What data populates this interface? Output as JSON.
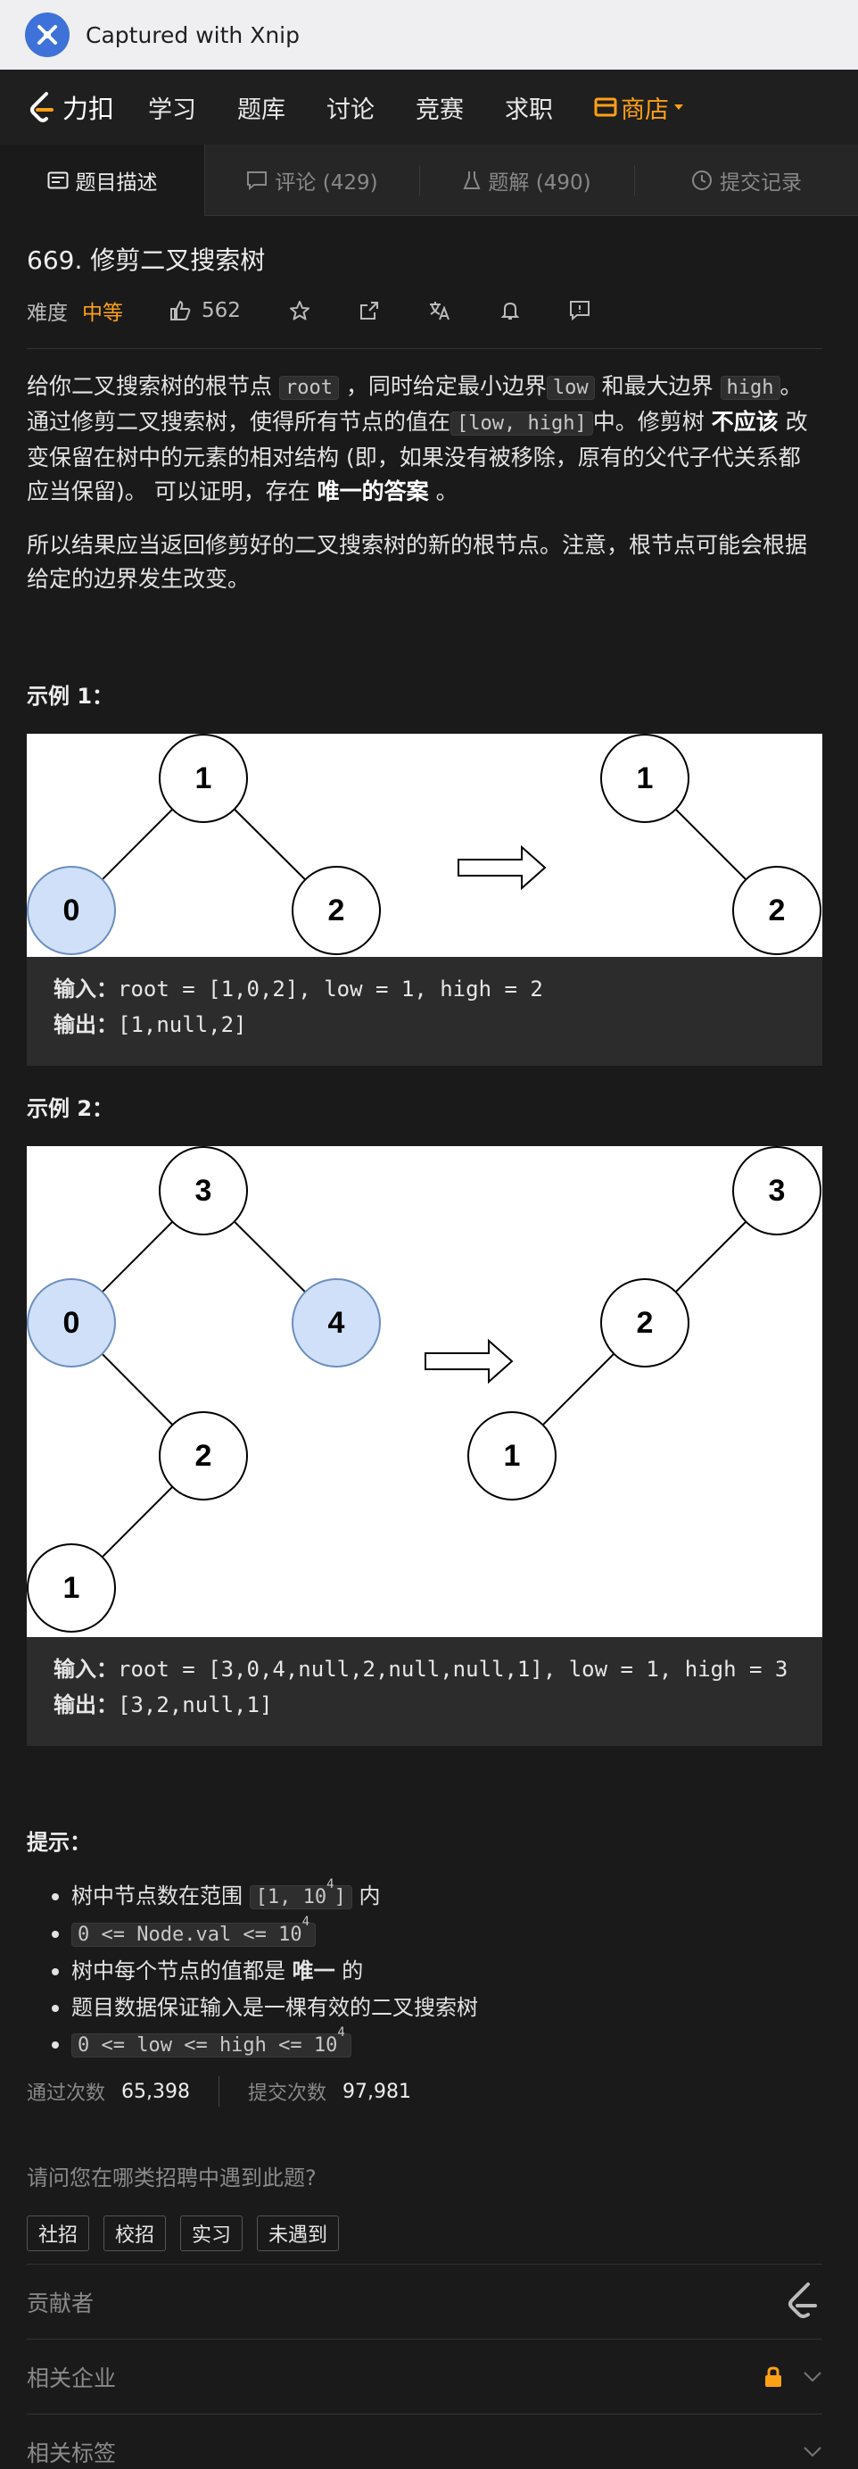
{
  "titlebar": {
    "caption": "Captured with Xnip"
  },
  "nav": {
    "brand": "力扣",
    "links": [
      "学习",
      "题库",
      "讨论",
      "竞赛",
      "求职"
    ],
    "store": "商店",
    "accent": "#ffa116"
  },
  "tabs": [
    {
      "label": "题目描述",
      "icon": "description-icon"
    },
    {
      "label": "评论 (429)",
      "icon": "comment-icon"
    },
    {
      "label": "题解 (490)",
      "icon": "flask-icon"
    },
    {
      "label": "提交记录",
      "icon": "clock-icon"
    }
  ],
  "problem": {
    "title": "669. 修剪二叉搜索树",
    "difficulty_label": "难度",
    "difficulty": "中等",
    "likes": "562",
    "desc1": {
      "a": "给你二叉搜索树的根节点 ",
      "code1": "root",
      "b": " ，同时给定最小边界",
      "code2": "low",
      "c": " 和最大边界 ",
      "code3": "high",
      "d": "。通过修剪二叉搜索树，使得所有节点的值在",
      "code4": "[low, high]",
      "e": "中。修剪树 ",
      "bold1": "不应该",
      "f": " 改变保留在树中的元素的相对结构 (即，如果没有被移除，原有的父代子代关系都应当保留)。 可以证明，存在 ",
      "bold2": "唯一的答案",
      "g": " 。"
    },
    "desc2": "所以结果应当返回修剪好的二叉搜索树的新的根节点。注意，根节点可能会根据给定的边界发生改变。"
  },
  "examples": [
    {
      "title": "示例 1：",
      "input_label": "输入：",
      "input": "root = [1,0,2], low = 1, high = 2",
      "output_label": "输出：",
      "output": "[1,null,2]",
      "nodes_left": [
        "1",
        "0",
        "2"
      ],
      "nodes_right": [
        "1",
        "2"
      ]
    },
    {
      "title": "示例 2：",
      "input_label": "输入：",
      "input": "root = [3,0,4,null,2,null,null,1], low = 1, high = 3",
      "output_label": "输出：",
      "output": "[3,2,null,1]",
      "nodes_left": [
        "3",
        "0",
        "4",
        "2",
        "1"
      ],
      "nodes_right": [
        "3",
        "2",
        "1"
      ]
    }
  ],
  "hints": {
    "title": "提示：",
    "h1_text": "树中节点数在范围 ",
    "h1_code": "[1, 10",
    "h1_sup": "4",
    "h1_code_end": "]",
    "h1_tail": " 内",
    "h2_code": "0 <= Node.val <= 10",
    "h2_sup": "4",
    "h3_a": "树中每个节点的值都是 ",
    "h3_b": "唯一",
    "h3_c": " 的",
    "h4": "题目数据保证输入是一棵有效的二叉搜索树",
    "h5_code": "0 <= low <= high <= 10",
    "h5_sup": "4"
  },
  "stats": {
    "accepted_label": "通过次数",
    "accepted": "65,398",
    "submitted_label": "提交次数",
    "submitted": "97,981"
  },
  "question": "请问您在哪类招聘中遇到此题?",
  "chips": [
    "社招",
    "校招",
    "实习",
    "未遇到"
  ],
  "sections": {
    "contributors": "贡献者",
    "companies": "相关企业",
    "tags": "相关标签"
  }
}
